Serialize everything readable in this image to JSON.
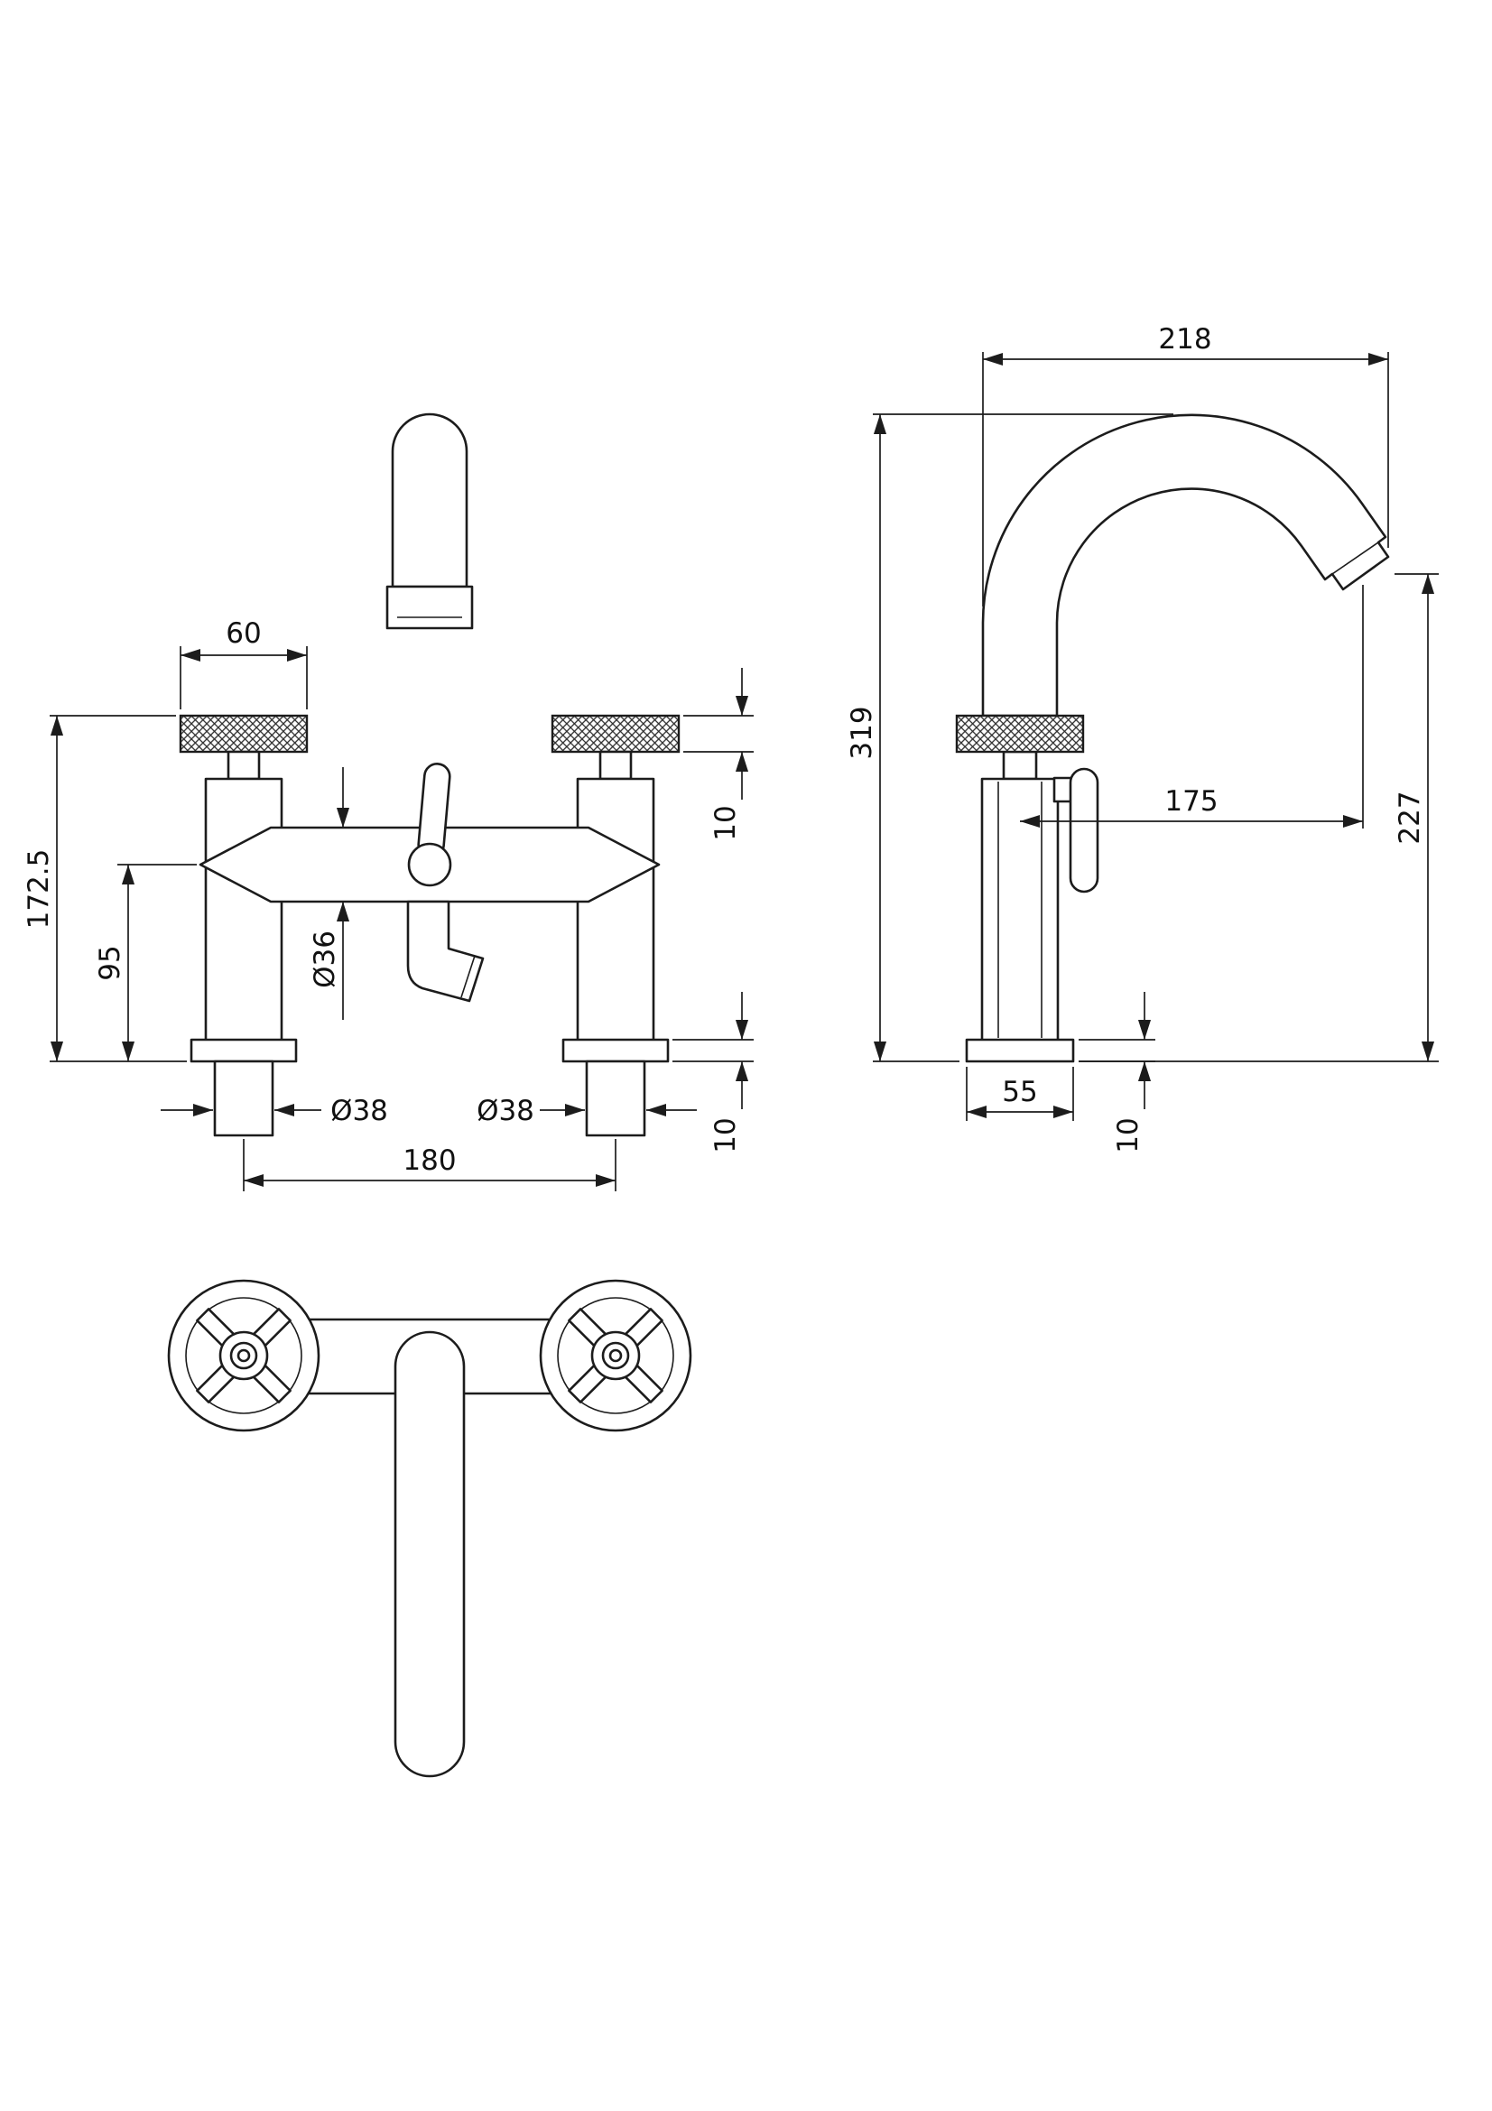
{
  "drawing": {
    "background": "#ffffff",
    "line_color": "#1c1c1c"
  },
  "dims": {
    "front": {
      "handle_width": "60",
      "height_overall": "172.5",
      "height_body_centre": "95",
      "body_diameter": "Ø36",
      "handle_thickness": "10",
      "base_thickness": "10",
      "inlet_left_diameter": "Ø38",
      "inlet_right_diameter": "Ø38",
      "inlet_centres": "180"
    },
    "side": {
      "spout_reach": "218",
      "height_overall": "319",
      "spout_projection": "175",
      "outlet_height": "227",
      "base_width": "55",
      "base_thickness": "10"
    }
  }
}
